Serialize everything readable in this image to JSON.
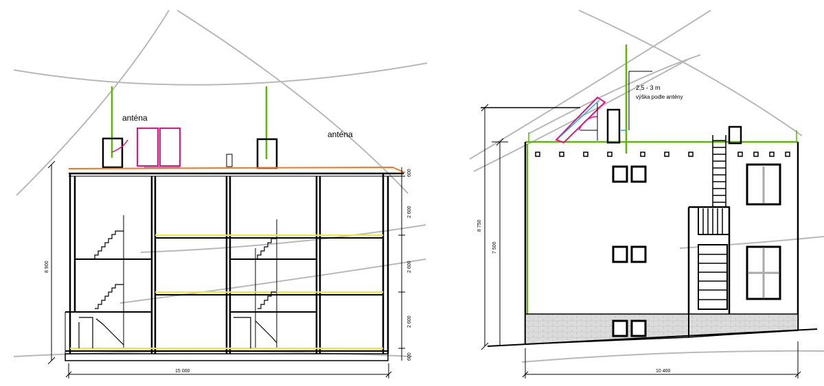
{
  "section": {
    "antenna_label_left": "anténa",
    "antenna_label_right": "anténa",
    "dim_total_height": "8 900",
    "dim_floor_1": "2 600",
    "dim_floor_2": "2 600",
    "dim_floor_3": "2 600",
    "dim_top": "600",
    "dim_bottom": "600",
    "dim_width": "15 000"
  },
  "elevation": {
    "antenna_height_note_1": "2,5 - 3 m",
    "antenna_height_note_2": "výška podle antény",
    "dim_total_height": "8 750",
    "dim_wall_height": "7 500",
    "dim_width": "10 400"
  },
  "colors": {
    "mast": "#5bb800",
    "panel": "#e0157f",
    "cable": "#1ab0e0",
    "roof_line": "#f07820",
    "slab_line": "#f2ea2a",
    "guy_wire": "#b8b8b8",
    "brick": "#d7d7d7"
  }
}
